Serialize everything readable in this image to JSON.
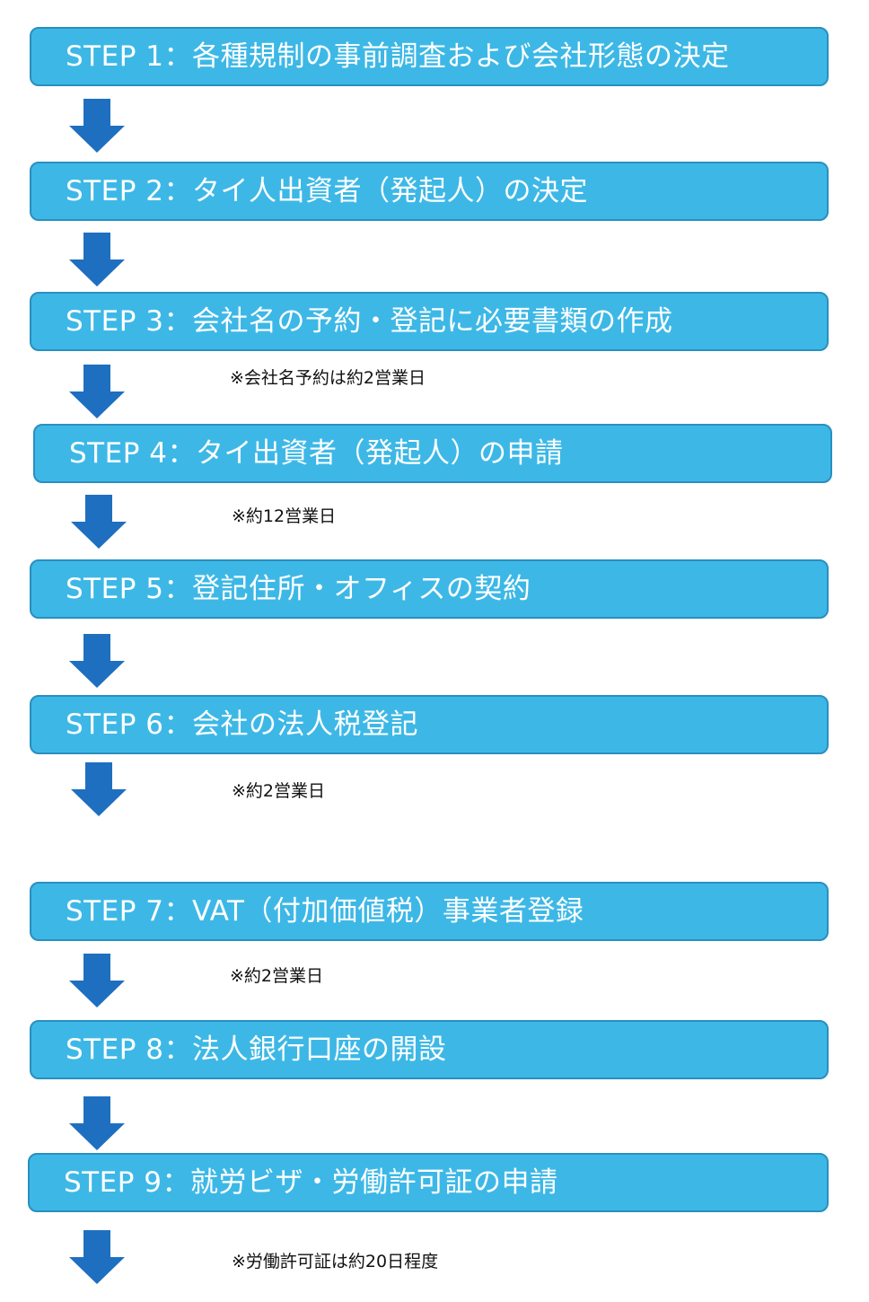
{
  "steps": [
    {
      "label": "STEP 1：各種規制の事前調査および会社形態の決定"
    },
    {
      "label": "STEP 2：タイ人出資者（発起人）の決定"
    },
    {
      "label": "STEP 3：会社名の予約・登記に必要書類の作成"
    },
    {
      "label": "STEP 4：タイ出資者（発起人）の申請"
    },
    {
      "label": "STEP 5：登記住所・オフィスの契約"
    },
    {
      "label": "STEP 6：会社の法人税登記"
    },
    {
      "label": "STEP 7：VAT（付加価値税）事業者登録"
    },
    {
      "label": "STEP 8：法人銀行口座の開設"
    },
    {
      "label": "STEP 9：就労ビザ・労働許可証の申請"
    }
  ],
  "notes": {
    "after_step3": "※会社名予約は約2営業日",
    "after_step4": "※約12営業日",
    "after_step6": "※約2営業日",
    "after_step7": "※約2営業日",
    "after_step9": "※労働許可証は約20日程度"
  },
  "colors": {
    "box_fill": "#3db8e6",
    "box_border": "#2a8fbf",
    "arrow": "#1f6fc0"
  }
}
